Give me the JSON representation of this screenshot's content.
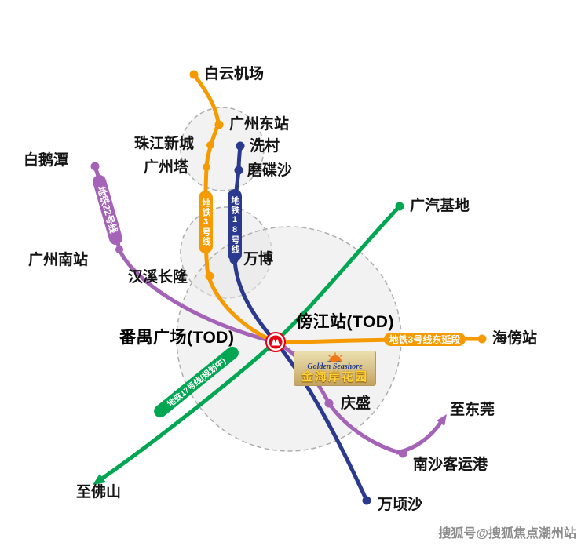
{
  "map": {
    "hub_station": "番禺广场(TOD)",
    "bangjiang_station": "傍江站(TOD)"
  },
  "badges": {
    "line3": "地铁3号线",
    "line18": "地铁18号线",
    "line22": "地铁22号线",
    "line17": "地铁17号线(规划中)",
    "line3_east": "地铁3号线东延段"
  },
  "stations": {
    "baiyun_airport": "白云机场",
    "guangzhou_east": "广州东站",
    "zhujiang_new_town": "珠江新城",
    "canton_tower": "广州塔",
    "xicun": "洗村",
    "modiesha": "磨碟沙",
    "wanbo": "万博",
    "hanxi_changlong": "汉溪长隆",
    "bai_e_tan": "白鹅潭",
    "guangzhou_south": "广州南站",
    "gac_base": "广汽基地",
    "haipang": "海傍站",
    "qingsheng": "庆盛",
    "nansha_port": "南沙客运港",
    "wanqingsha": "万顷沙",
    "to_dongguan": "至东莞",
    "to_foshan": "至佛山"
  },
  "logo": {
    "name_en": "Golden Seashore",
    "name_zh": "金海岸花园"
  },
  "colors": {
    "line3_orange": "#F59A00",
    "line18_navy": "#2B3A8F",
    "line22_purple": "#A563B8",
    "line17_green": "#00A651",
    "hub_red": "#E60012",
    "zone_fill": "#E7E7E7",
    "zone_stroke": "#ADADAD"
  },
  "watermark": "搜狐号@搜狐焦点潮州站"
}
